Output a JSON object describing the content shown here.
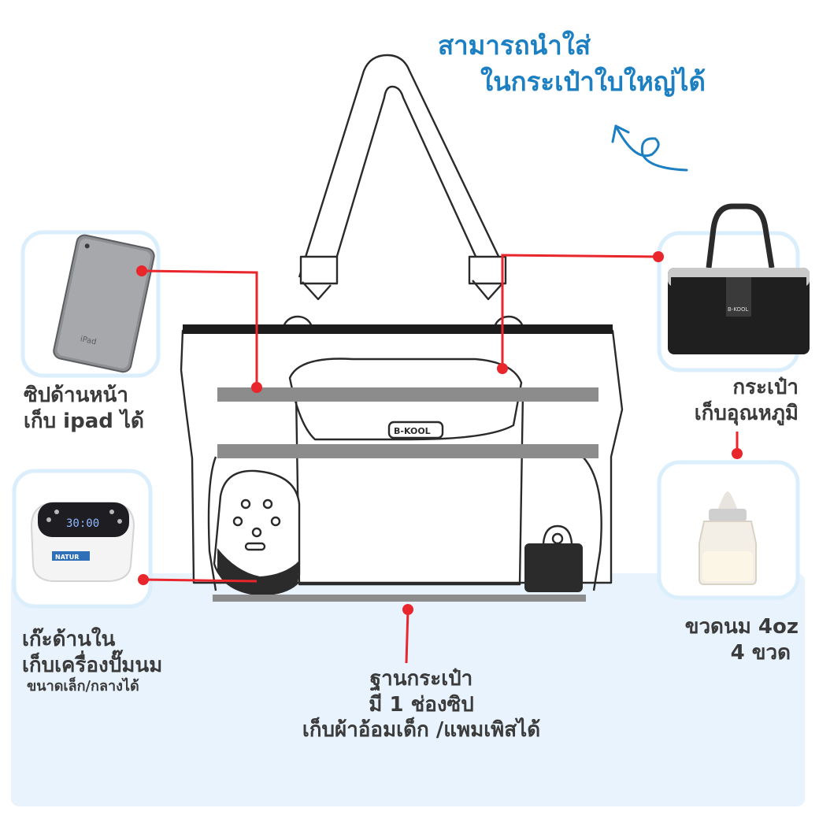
{
  "headline": {
    "line1": "สามารถนำใส่",
    "line2": "ในกระเป๋าใบใหญ่ได้"
  },
  "labels": {
    "front_zip": {
      "line1": "ซิปด้านหน้า",
      "line2": "เก็บ ipad ได้"
    },
    "inner_pocket": {
      "line1": "เก๊ะด้านใน",
      "line2": "เก็บเครื่องปั๊มนม",
      "line3": "ขนาดเล็ก/กลางได้"
    },
    "base": {
      "line1": "ฐานกระเป๋า",
      "line2": "มี 1 ช่องซิป",
      "line3": "เก็บผ้าอ้อมเด็ก /แพมเพิสได้"
    },
    "cooler": {
      "line1": "กระเป๋า",
      "line2": "เก็บอุณหภูมิ"
    },
    "bottle": {
      "line1": "ขวดนม 4oz",
      "line2": "4 ขวด"
    }
  },
  "brand": {
    "bag_logo": "B-KOOL",
    "cooler_logo": "B-KOOL",
    "pump_logo": "NATUR",
    "tablet_logo": "iPad",
    "pump_display": "30:00"
  },
  "colors": {
    "accent_blue": "#1b7fc1",
    "marker_red": "#e8262c",
    "panel_light": "#e8f3fd",
    "text": "#3b3b3b"
  }
}
